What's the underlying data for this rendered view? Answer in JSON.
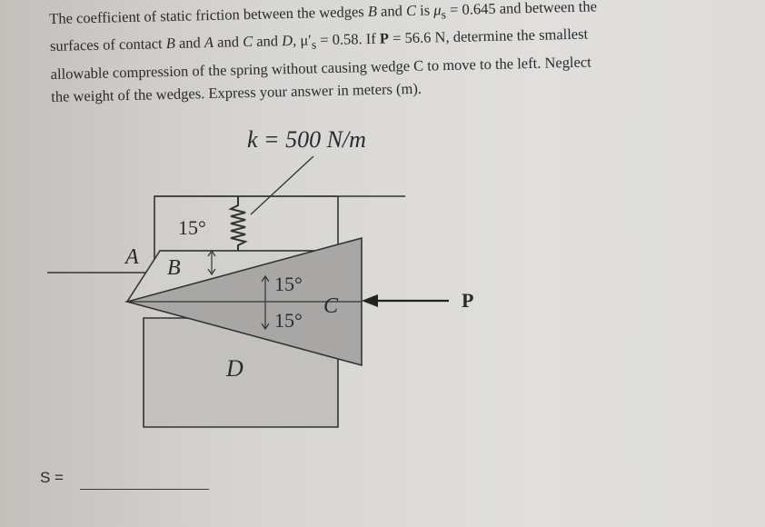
{
  "problem": {
    "line1_a": "The coefficient of static friction between the wedges ",
    "line1_B": "B",
    "line1_and": " and ",
    "line1_C": "C",
    "line1_is": " is ",
    "line1_mu": "μ",
    "line1_sub": "s",
    "line1_val": " = 0.645 and between the",
    "line2_a": "surfaces of contact ",
    "line2_B": "B",
    "line2_and1": " and ",
    "line2_A": "A",
    "line2_and2": " and ",
    "line2_C": "C",
    "line2_and3": " and ",
    "line2_D": "D",
    "line2_mu": ", μ′",
    "line2_sub": "s",
    "line2_val": " = 0.58. If ",
    "line2_P": "P",
    "line2_end": " = 56.6 N, determine the smallest",
    "line3": "allowable compression of the spring without causing wedge C to move to the left. Neglect",
    "line4": "the weight of the wedges. Express your answer in meters (m)."
  },
  "diagram": {
    "spring_label": "k = 500 N/m",
    "label_A": "A",
    "label_B": "B",
    "label_C": "C",
    "label_D": "D",
    "label_P": "P",
    "angle_top": "15°",
    "angle_mid_upper": "15°",
    "angle_mid_lower": "15°"
  },
  "answer": {
    "label": "S ="
  },
  "colors": {
    "ink": "#2a2a2e",
    "wedge_fill": "#a9a7a5",
    "block_fill": "#c3c1be",
    "line": "#333333"
  }
}
